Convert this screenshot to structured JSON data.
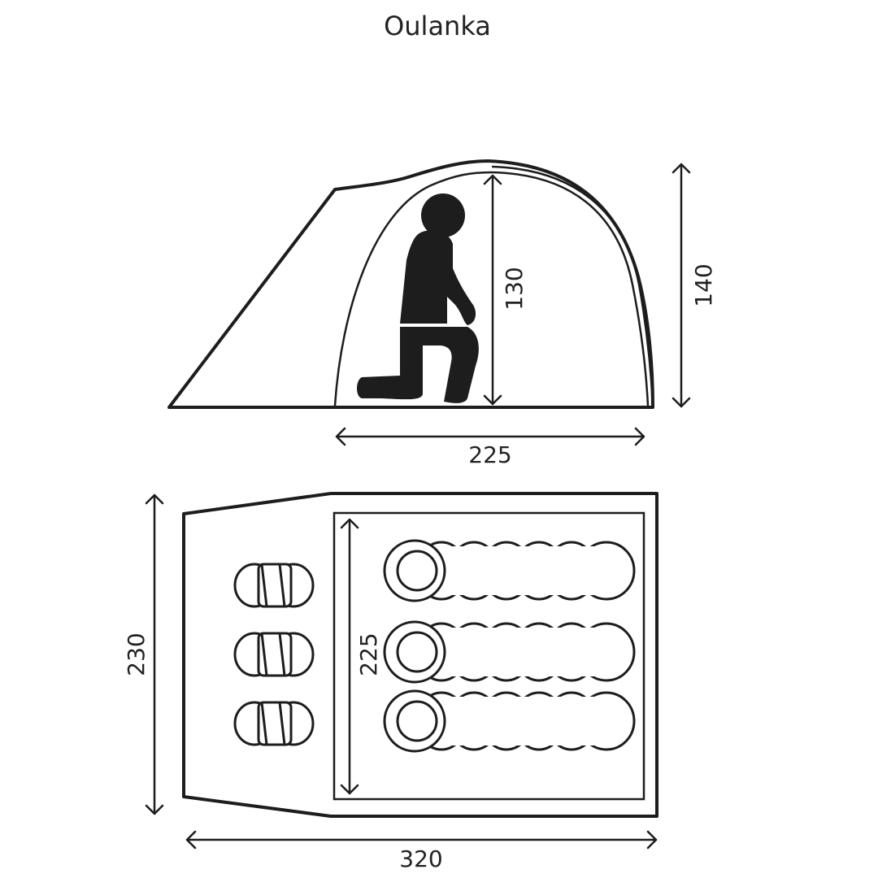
{
  "title": "Oulanka",
  "side_view": {
    "inner_length_label": "225",
    "inner_height_label": "130",
    "outer_height_label": "140"
  },
  "top_view": {
    "outer_width_label": "230",
    "inner_width_label": "225",
    "outer_length_label": "320",
    "sleeping_bags": 3,
    "shoe_pairs": 3
  },
  "colors": {
    "line": "#1d1d1d",
    "background": "#ffffff"
  }
}
